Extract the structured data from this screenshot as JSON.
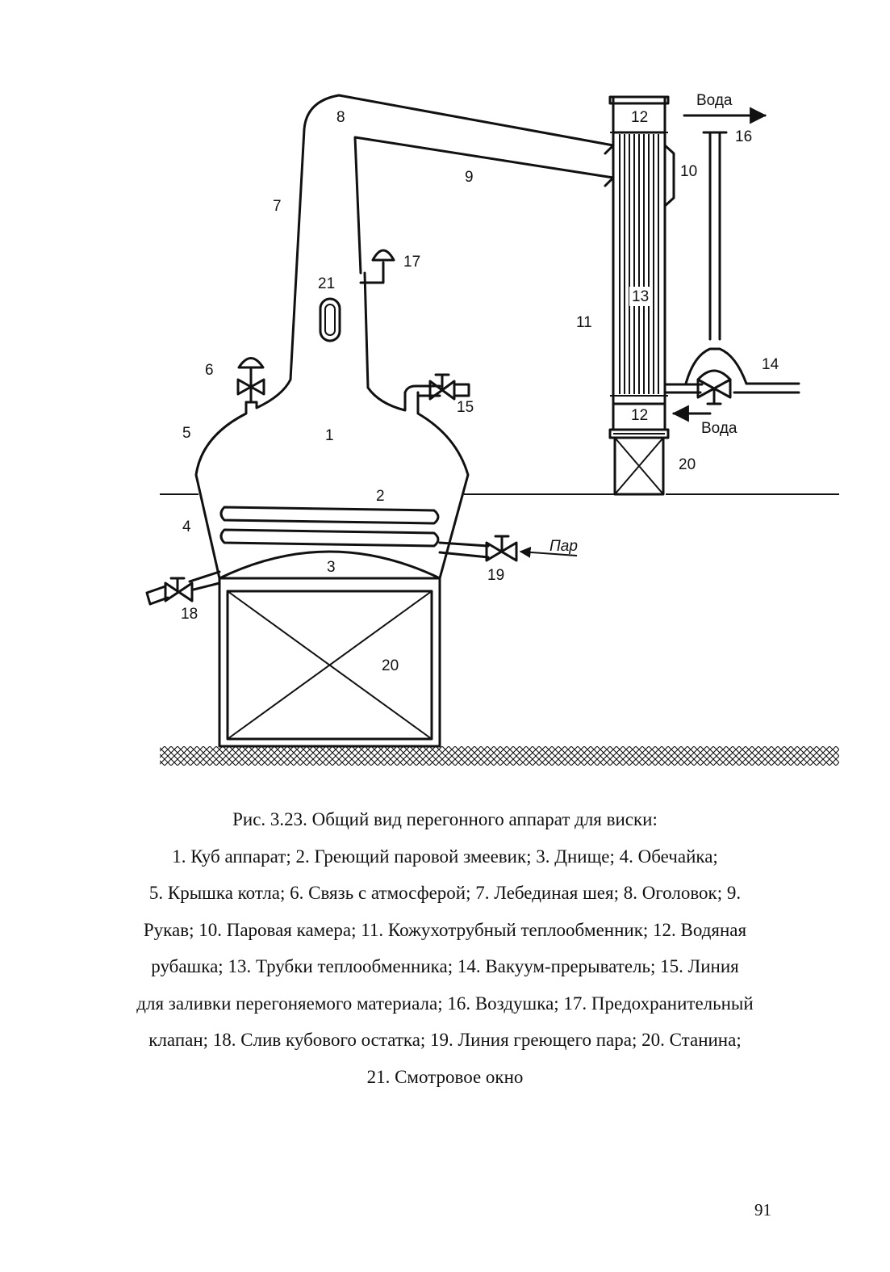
{
  "figure": {
    "labels": {
      "n1": "1",
      "n2": "2",
      "n3": "3",
      "n4": "4",
      "n5": "5",
      "n6": "6",
      "n7": "7",
      "n8": "8",
      "n9": "9",
      "n10": "10",
      "n11": "11",
      "n12_top": "12",
      "n12_bottom": "12",
      "n13": "13",
      "n14": "14",
      "n15": "15",
      "n16": "16",
      "n17": "17",
      "n18": "18",
      "n19": "19",
      "n20_left": "20",
      "n20_right": "20",
      "n21": "21",
      "water_out": "Вода",
      "water_in": "Вода",
      "steam": "Пар"
    }
  },
  "caption": {
    "lines": [
      "Рис. 3.23. Общий вид перегонного аппарат для виски:",
      "1. Куб аппарат; 2. Греющий паровой змеевик; 3. Днище; 4. Обечайка;",
      "5. Крышка котла; 6. Связь с атмосферой; 7. Лебединая шея; 8. Оголовок; 9.",
      "Рукав; 10. Паровая камера; 11. Кожухотрубный теплообменник; 12. Водяная",
      "рубашка; 13. Трубки теплообменника; 14. Вакуум-прерыватель; 15. Линия",
      "для заливки перегоняемого материала; 16. Воздушка; 17. Предохранительный",
      "клапан; 18. Слив кубового остатка; 19. Линия греющего пара; 20. Станина;",
      "21. Смотровое окно"
    ]
  },
  "page_number": "91"
}
